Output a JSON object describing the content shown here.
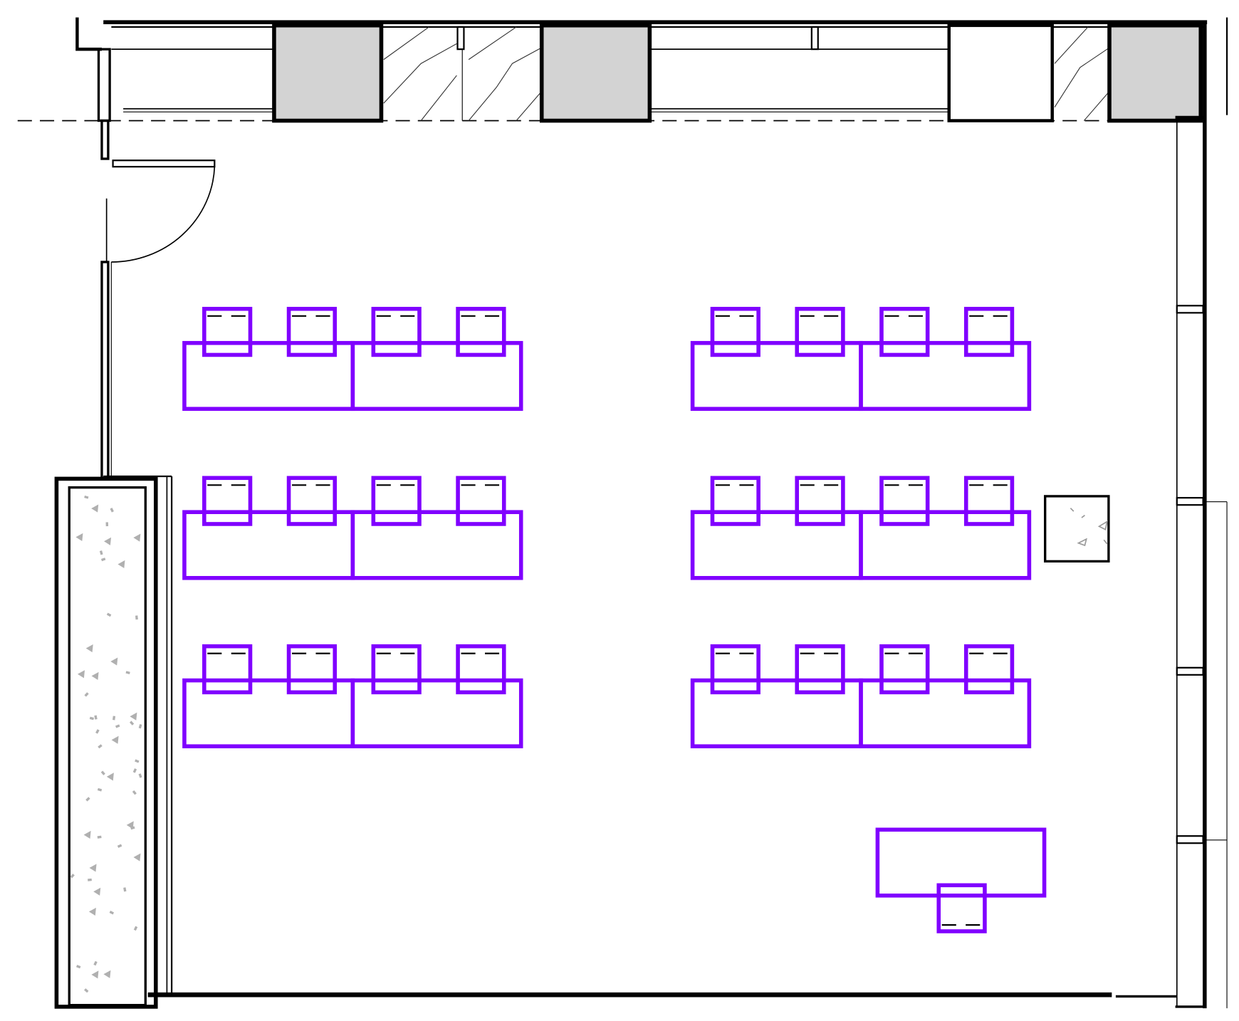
{
  "colors": {
    "furniture": "#8000ff",
    "wall": "#000000",
    "column_fill": "#d3d3d3",
    "speckle": "#b0b0b0"
  },
  "layout": {
    "desk_groups": 6,
    "desks_per_group": 2,
    "chairs_per_group": 4,
    "teacher_desk": 1,
    "teacher_chair": 1
  }
}
